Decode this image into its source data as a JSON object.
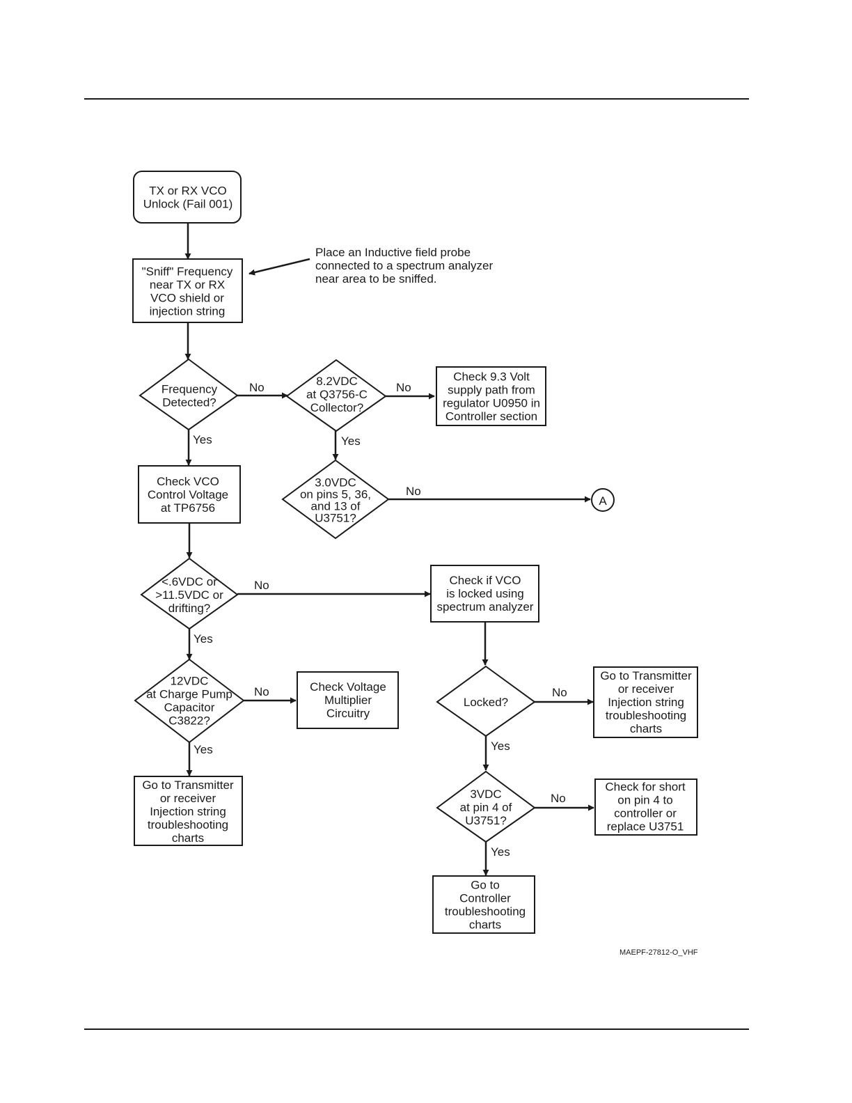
{
  "nodes": {
    "start": [
      "TX or RX VCO",
      "Unlock (Fail 001)"
    ],
    "sniff": [
      "\"Sniff\" Frequency",
      "near TX or RX",
      "VCO shield or",
      "injection string"
    ],
    "note": [
      "Place an Inductive field probe",
      "connected to a spectrum analyzer",
      "near area to be sniffed."
    ],
    "freq_detected": [
      "Frequency",
      "Detected?"
    ],
    "q3756": [
      "8.2VDC",
      "at Q3756-C",
      "Collector?"
    ],
    "check_93v": [
      "Check 9.3 Volt",
      "supply path from",
      "regulator U0950 in",
      "Controller section"
    ],
    "check_vco_ctrl": [
      "Check VCO",
      "Control Voltage",
      "at TP6756"
    ],
    "u3751_pins": [
      "3.0VDC",
      "on pins 5, 36,",
      "and 13 of",
      "U3751?"
    ],
    "connector_a": "A",
    "range_check": [
      "<.6VDC or",
      ">11.5VDC or",
      "drifting?"
    ],
    "check_locked": [
      "Check if VCO",
      "is locked using",
      "spectrum analyzer"
    ],
    "charge_pump": [
      "12VDC",
      "at Charge Pump",
      "Capacitor",
      "C3822?"
    ],
    "check_multiplier": [
      "Check Voltage",
      "Multiplier",
      "Circuitry"
    ],
    "locked": [
      "Locked?"
    ],
    "goto_tx_rx_right": [
      "Go to Transmitter",
      "or receiver",
      "Injection string",
      "troubleshooting",
      "charts"
    ],
    "goto_tx_rx_left": [
      "Go to Transmitter",
      "or receiver",
      "Injection string",
      "troubleshooting",
      "charts"
    ],
    "pin4": [
      "3VDC",
      "at pin 4 of",
      "U3751?"
    ],
    "check_short": [
      "Check for short",
      "on pin 4 to",
      "controller or",
      "replace U3751"
    ],
    "goto_controller": [
      "Go to",
      "Controller",
      "troubleshooting",
      "charts"
    ]
  },
  "edge_labels": {
    "yes": "Yes",
    "no": "No"
  },
  "figure_id": "MAEPF-27812-O_VHF"
}
